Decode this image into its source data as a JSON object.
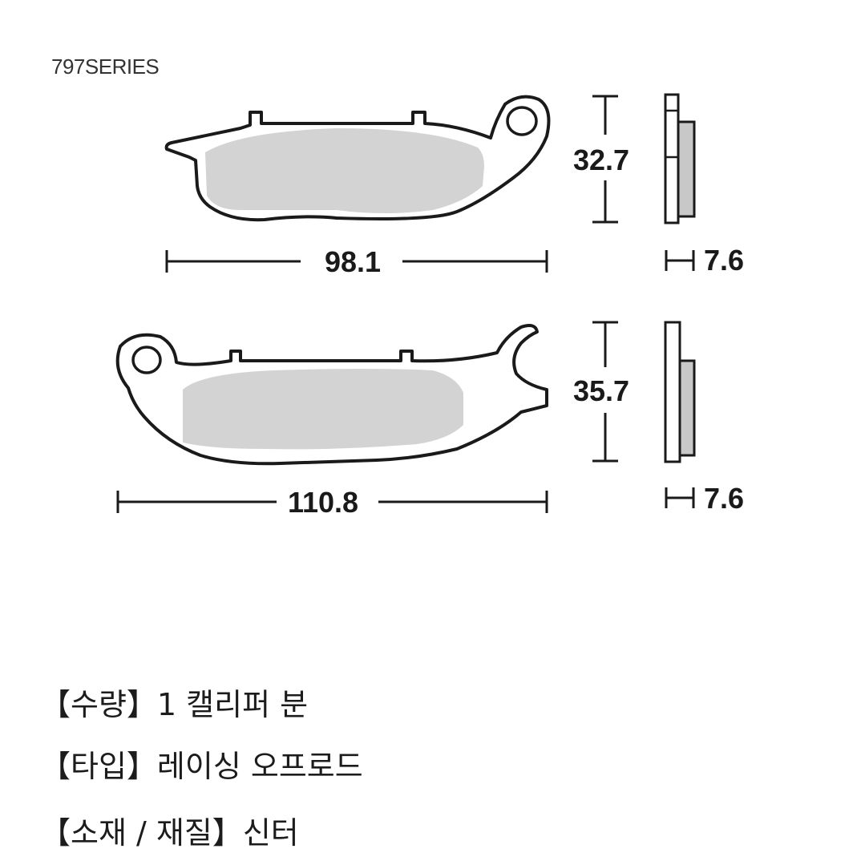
{
  "series_label": "797SERIES",
  "pads": [
    {
      "width": "98.1",
      "height": "32.7",
      "thickness": "7.6"
    },
    {
      "width": "110.8",
      "height": "35.7",
      "thickness": "7.6"
    }
  ],
  "specs": [
    {
      "label": "【수량】",
      "value": "1 캘리퍼 분"
    },
    {
      "label": "【타입】",
      "value": "레이싱 오프로드"
    },
    {
      "label": "【소재 / 재질】",
      "value": "신터"
    }
  ],
  "colors": {
    "outline": "#1a1a1a",
    "friction": "#d3d3d3",
    "side_pad": "#c8c8c8"
  }
}
